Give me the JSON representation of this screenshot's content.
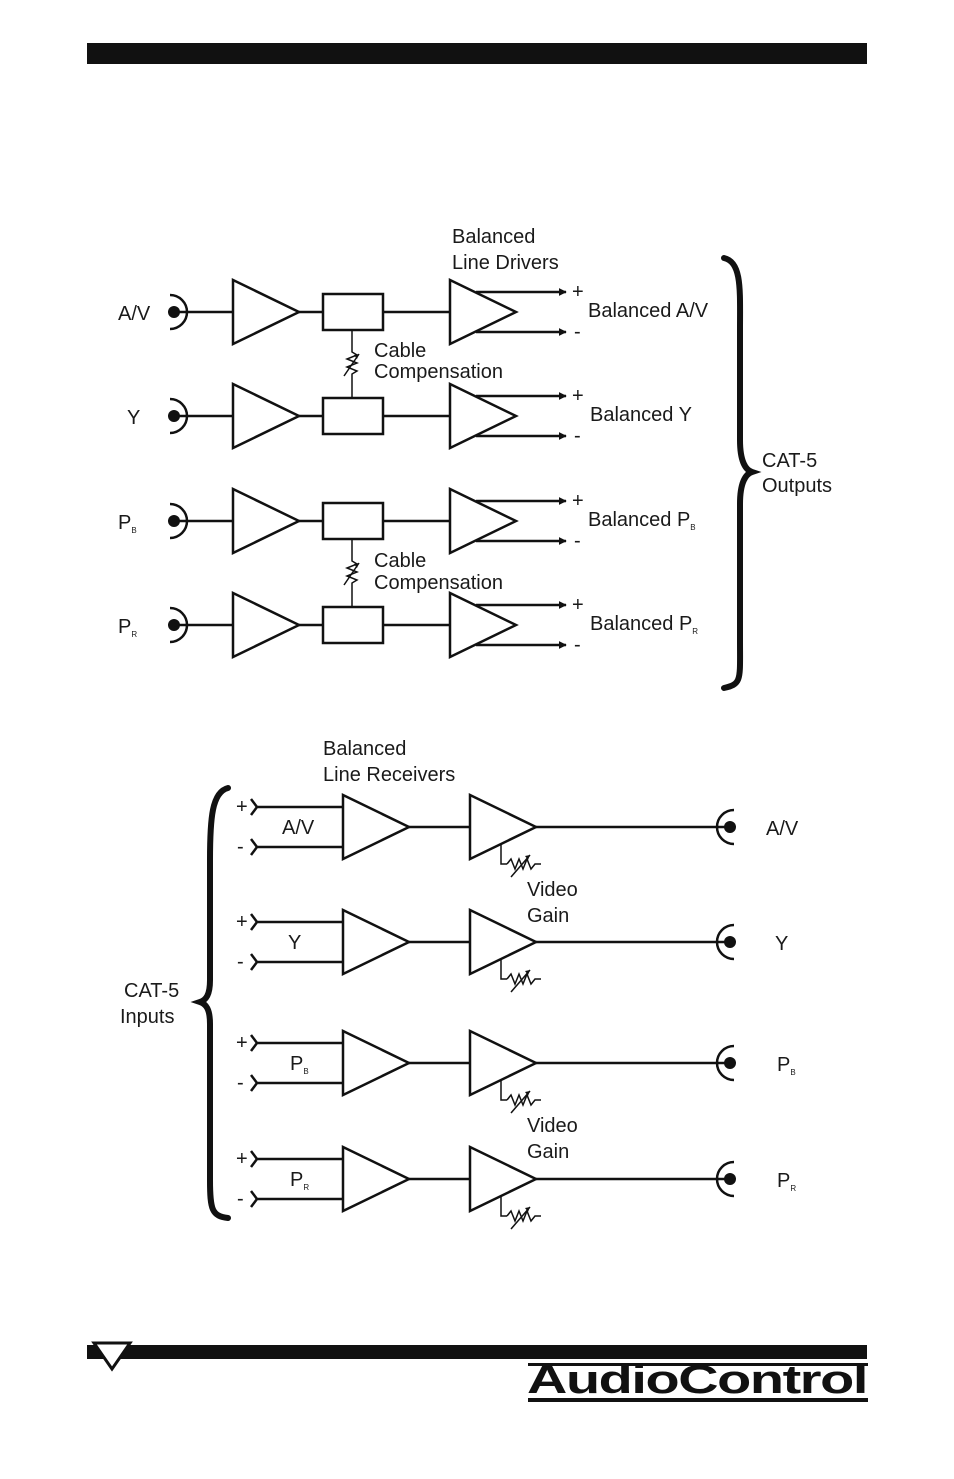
{
  "transmitter": {
    "channels": [
      {
        "label": "A/V",
        "sub": "",
        "output": "Balanced A/V",
        "output_sub": ""
      },
      {
        "label": "Y",
        "sub": "",
        "output": "Balanced Y",
        "output_sub": ""
      },
      {
        "label": "P",
        "sub": "B",
        "output": "Balanced P",
        "output_sub": "B"
      },
      {
        "label": "P",
        "sub": "R",
        "output": "Balanced P",
        "output_sub": "R"
      }
    ],
    "drivers_label": [
      "Balanced",
      "Line Drivers"
    ],
    "cable_comp_label": [
      "Cable",
      "Compensation"
    ],
    "outputs_label": [
      "CAT-5",
      "Outputs"
    ],
    "plus": "+",
    "minus": "-"
  },
  "receiver": {
    "channels": [
      {
        "label": "A/V",
        "sub": "",
        "output": "A/V",
        "output_sub": ""
      },
      {
        "label": "Y",
        "sub": "",
        "output": "Y",
        "output_sub": ""
      },
      {
        "label": "P",
        "sub": "B",
        "output": "P",
        "output_sub": "B"
      },
      {
        "label": "P",
        "sub": "R",
        "output": "P",
        "output_sub": "R"
      }
    ],
    "receivers_label": [
      "Balanced",
      "Line Receivers"
    ],
    "video_gain_label": [
      "Video",
      "Gain"
    ],
    "inputs_label": [
      "CAT-5",
      "Inputs"
    ],
    "plus": "+",
    "minus": "-"
  },
  "footer": {
    "logo": "AudioControl"
  }
}
